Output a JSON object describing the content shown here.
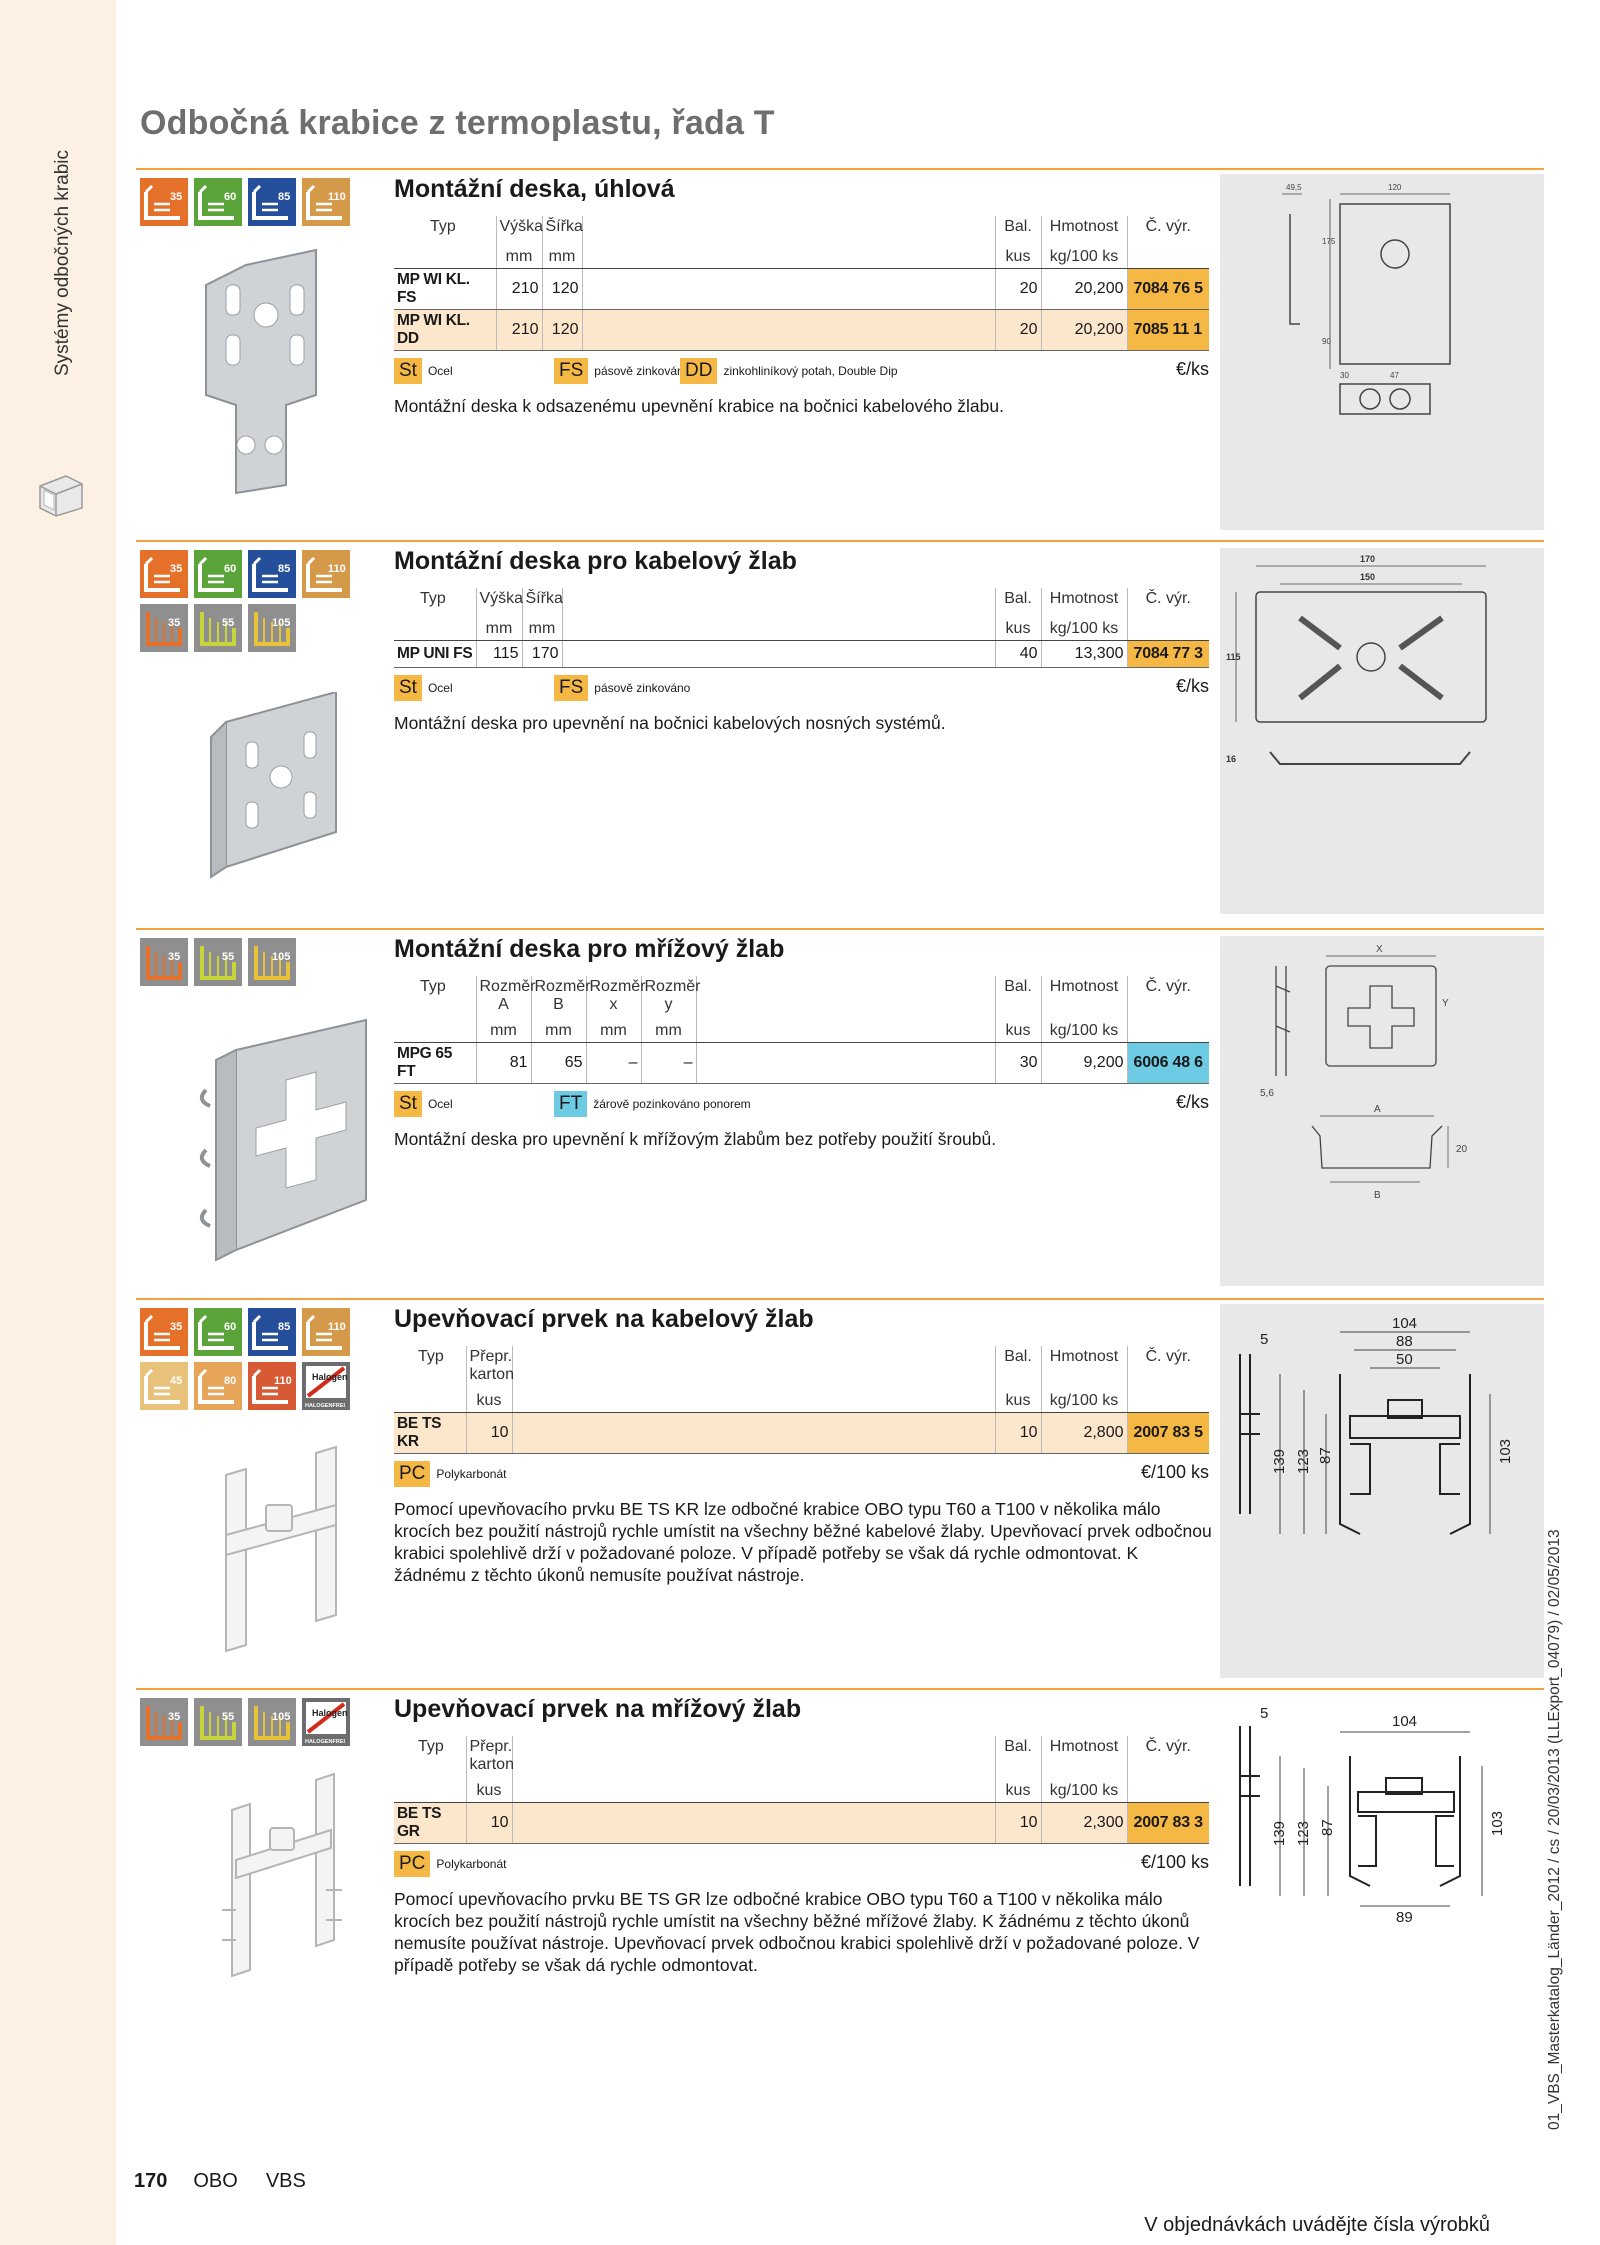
{
  "sidebar": {
    "category": "Systémy odbočných krabic"
  },
  "page_title": "Odbočná krabice z termoplastu, řada T",
  "colors": {
    "accent": "#f2a13c",
    "code_orange": "#f6b845",
    "code_blue": "#6ecbe4",
    "row_alt": "#fde7cc",
    "sidebar_bg": "#fdf1e3"
  },
  "icons": {
    "tray35": "35",
    "tray60": "60",
    "tray85": "85",
    "tray110": "110",
    "mesh35": "35",
    "mesh55": "55",
    "mesh105": "105",
    "tray45": "45",
    "tray80": "80",
    "tray110b": "110",
    "halogen_top": "Halogen free",
    "halogen_bottom": "HALOGENFREI"
  },
  "sections": [
    {
      "title": "Montážní deska, úhlová",
      "headers": {
        "typ": "Typ",
        "h1": "Výška",
        "h2": "Šířka",
        "bal": "Bal.",
        "hm": "Hmotnost",
        "cv": "Č. výr.",
        "u1": "mm",
        "u2": "mm",
        "ubal": "kus",
        "uhm": "kg/100 ks"
      },
      "rows": [
        {
          "type": "MP WI KL. FS",
          "a": "210",
          "b": "120",
          "bal": "20",
          "weight": "20,200",
          "code": "7084 76 5"
        },
        {
          "type": "MP WI KL. DD",
          "a": "210",
          "b": "120",
          "bal": "20",
          "weight": "20,200",
          "code": "7085 11 1"
        }
      ],
      "materials": [
        {
          "code": "St",
          "text": "Ocel"
        },
        {
          "code": "FS",
          "text": "pásově zinkováno"
        },
        {
          "code": "DD",
          "text": "zinkohliníkový potah, Double Dip"
        }
      ],
      "unit": "€/ks",
      "description": "Montážní deska k odsazenému upevnění krabice na bočnici kabelového žlabu.",
      "dims": {
        "d1": "49,5",
        "d2": "120",
        "d3": "175",
        "d4": "90",
        "d5": "47",
        "d6": "30"
      }
    },
    {
      "title": "Montážní deska pro kabelový žlab",
      "headers": {
        "typ": "Typ",
        "h1": "Výška",
        "h2": "Šířka",
        "bal": "Bal.",
        "hm": "Hmotnost",
        "cv": "Č. výr.",
        "u1": "mm",
        "u2": "mm",
        "ubal": "kus",
        "uhm": "kg/100 ks"
      },
      "rows": [
        {
          "type": "MP UNI FS",
          "a": "115",
          "b": "170",
          "bal": "40",
          "weight": "13,300",
          "code": "7084 77 3"
        }
      ],
      "materials": [
        {
          "code": "St",
          "text": "Ocel"
        },
        {
          "code": "FS",
          "text": "pásově zinkováno"
        }
      ],
      "unit": "€/ks",
      "description": "Montážní deska pro upevnění na bočnici kabelových nosných systémů.",
      "dims": {
        "d1": "170",
        "d2": "150",
        "d3": "115",
        "d4": "16"
      }
    },
    {
      "title": "Montážní deska pro mřížový žlab",
      "headers": {
        "typ": "Typ",
        "h1": "Rozměr A",
        "h2": "Rozměr B",
        "h3": "Rozměr x",
        "h4": "Rozměr y",
        "bal": "Bal.",
        "hm": "Hmotnost",
        "cv": "Č. výr.",
        "u1": "mm",
        "u2": "mm",
        "u3": "mm",
        "u4": "mm",
        "ubal": "kus",
        "uhm": "kg/100 ks"
      },
      "rows": [
        {
          "type": "MPG 65 FT",
          "a": "81",
          "b": "65",
          "x": "–",
          "y": "–",
          "bal": "30",
          "weight": "9,200",
          "code": "6006 48 6"
        }
      ],
      "materials": [
        {
          "code": "St",
          "text": "Ocel"
        },
        {
          "code": "FT",
          "text": "žárově pozinkováno ponorem"
        }
      ],
      "unit": "€/ks",
      "description": "Montážní deska pro upevnění k mřížovým žlabům bez potřeby použití šroubů.",
      "dims": {
        "x": "X",
        "y": "Y",
        "d56": "5,6",
        "a": "A",
        "b": "B",
        "d20": "20"
      }
    },
    {
      "title": "Upevňovací prvek na kabelový žlab",
      "headers": {
        "typ": "Typ",
        "h1": "Přepr.",
        "h1b": "karton",
        "bal": "Bal.",
        "hm": "Hmotnost",
        "cv": "Č. výr.",
        "u1": "kus",
        "ubal": "kus",
        "uhm": "kg/100 ks"
      },
      "rows": [
        {
          "type": "BE TS KR",
          "a": "10",
          "bal": "10",
          "weight": "2,800",
          "code": "2007 83 5"
        }
      ],
      "materials": [
        {
          "code": "PC",
          "text": "Polykarbonát"
        }
      ],
      "unit": "€/100 ks",
      "description": "Pomocí upevňovacího prvku BE TS KR lze odbočné krabice OBO typu T60 a T100 v několika málo krocích bez použití nástrojů rychle umístit na všechny běžné kabelové žlaby. Upevňovací prvek odbočnou krabici spolehlivě drží v požadované poloze. V případě potřeby se však dá rychle odmontovat. K žádnému z těchto úkonů nemusíte používat nástroje.",
      "dims": {
        "d104": "104",
        "d88": "88",
        "d50": "50",
        "d5": "5",
        "d139": "139",
        "d123": "123",
        "d87": "87",
        "d103": "103"
      }
    },
    {
      "title": "Upevňovací prvek na mřížový žlab",
      "headers": {
        "typ": "Typ",
        "h1": "Přepr.",
        "h1b": "karton",
        "bal": "Bal.",
        "hm": "Hmotnost",
        "cv": "Č. výr.",
        "u1": "kus",
        "ubal": "kus",
        "uhm": "kg/100 ks"
      },
      "rows": [
        {
          "type": "BE TS GR",
          "a": "10",
          "bal": "10",
          "weight": "2,300",
          "code": "2007 83 3"
        }
      ],
      "materials": [
        {
          "code": "PC",
          "text": "Polykarbonát"
        }
      ],
      "unit": "€/100 ks",
      "description": "Pomocí upevňovacího prvku BE TS GR lze odbočné krabice OBO typu T60 a T100 v několika málo krocích bez použití nástrojů rychle umístit na všechny běžné mřížové žlaby. K žádnému z těchto úkonů nemusíte používat nástroje. Upevňovací prvek odbočnou krabici spolehlivě drží v požadované poloze. V případě potřeby se však dá rychle odmontovat.",
      "dims": {
        "d5": "5",
        "d104": "104",
        "d139": "139",
        "d123": "123",
        "d87": "87",
        "d103": "103",
        "d89": "89"
      }
    }
  ],
  "footer": {
    "page_number": "170",
    "brand": "OBO",
    "catalog": "VBS",
    "note": "V objednávkách uvádějte čísla výrobků",
    "vertical_note": "01_VBS_Masterkatalog_Länder_2012 / cs / 20/03/2013 (LLExport_04079) / 02/05/2013"
  }
}
